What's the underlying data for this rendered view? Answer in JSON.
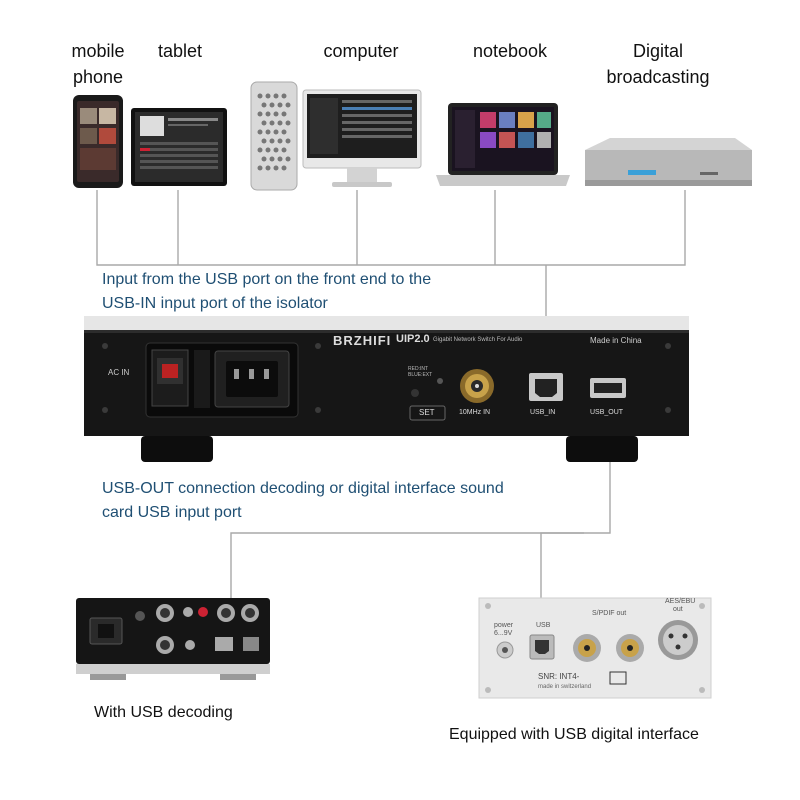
{
  "sources": {
    "phone": "mobile\nphone",
    "tablet": "tablet",
    "computer": "computer",
    "notebook": "notebook",
    "broadcast": "Digital\nbroadcasting"
  },
  "captions": {
    "input_line1": "Input from the USB port on the front end to the",
    "input_line2": "USB-IN input port of the isolator",
    "output_line1": "USB-OUT connection decoding or digital interface sound",
    "output_line2": "card USB input port"
  },
  "device": {
    "brand": "BRZHIFI",
    "model": "UIP2.0",
    "subtitle": "Gigabit Network Switch For Audio",
    "origin": "Made in China",
    "ac_in": "AC IN",
    "red_int": "RED:INT",
    "blue_ext": "BLUE:EXT",
    "set": "SET",
    "clock": "10MHz IN",
    "usb_in": "USB_IN",
    "usb_out": "USB_OUT"
  },
  "destinations": {
    "decoder_label": "With USB decoding",
    "interface_label": "Equipped with USB digital interface",
    "interface_power": "power",
    "interface_voltage": "6...9V",
    "interface_usb": "USB",
    "interface_spdif": "S/PDIF out",
    "interface_aes": "AES/EBU",
    "interface_aes_out": "out",
    "interface_snr": "SNR: INT4-",
    "interface_made": "made in switzerland"
  },
  "colors": {
    "caption": "#1f4f73",
    "wire": "#a9a9a9",
    "chassis": "#161616"
  }
}
